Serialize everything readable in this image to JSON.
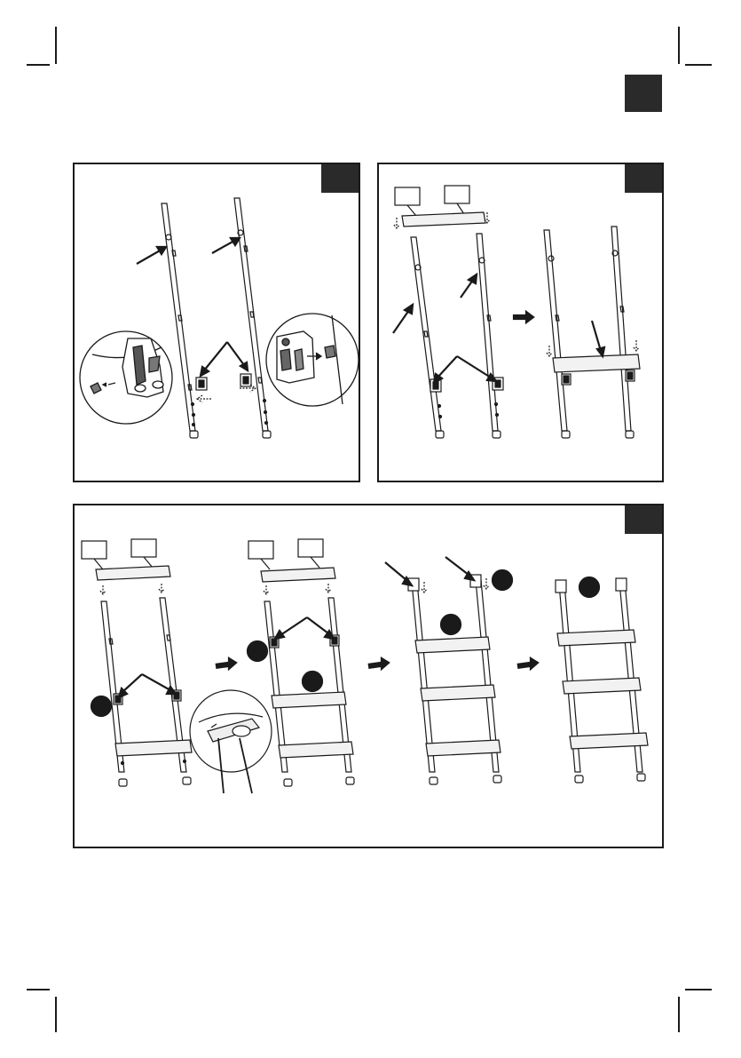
{
  "page": {
    "section_marker": {
      "text": "",
      "color": "#2a2a2a"
    }
  },
  "panels": [
    {
      "id": "step-1",
      "label": "",
      "tab_color": "#2a2a2a"
    },
    {
      "id": "step-2",
      "label": "",
      "tab_color": "#2a2a2a"
    },
    {
      "id": "step-3",
      "label": "",
      "tab_color": "#2a2a2a"
    }
  ],
  "icons": {
    "arrow": "arrow-pointer-icon",
    "next_step": "next-step-arrow-icon",
    "callout_dot": "callout-dot-icon",
    "detail_zoom": "magnified-detail-icon"
  },
  "colors": {
    "line": "#1a1a1a",
    "fill_dark": "#2a2a2a",
    "step_fill": "#f2f2f2"
  }
}
